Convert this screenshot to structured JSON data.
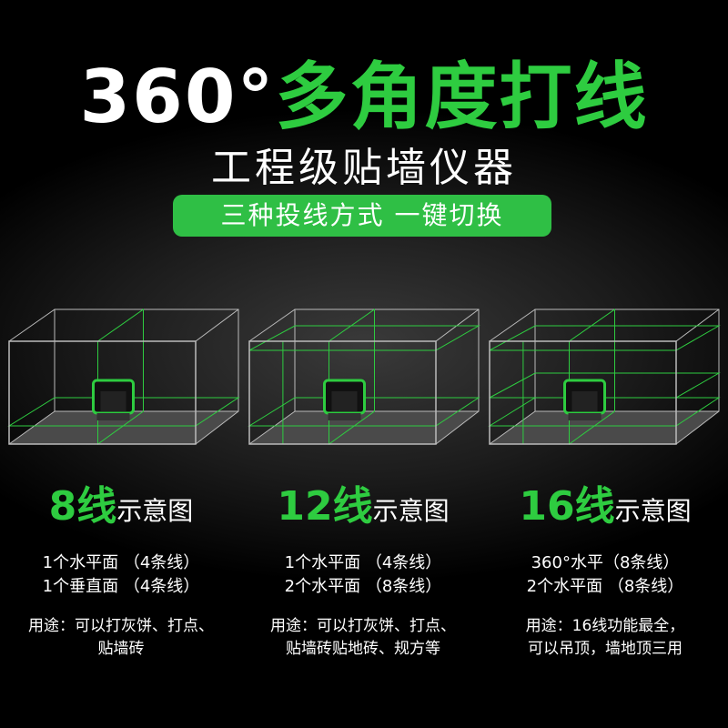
{
  "header": {
    "title_white": "360°",
    "title_green": "多角度打线",
    "subtitle": "工程级贴墙仪器",
    "pill": "三种投线方式 一键切换"
  },
  "panels": [
    {
      "number": "8线",
      "suffix": "示意图",
      "lines": [
        "1个水平面 （4条线）",
        "1个垂直面 （4条线）"
      ],
      "usage": [
        "用途：可以打灰饼、打点、",
        "贴墙砖"
      ]
    },
    {
      "number": "12线",
      "suffix": "示意图",
      "lines": [
        "1个水平面 （4条线）",
        "2个水平面 （8条线）"
      ],
      "usage": [
        "用途：可以打灰饼、打点、",
        "贴墙砖贴地砖、规方等"
      ]
    },
    {
      "number": "16线",
      "suffix": "示意图",
      "lines": [
        "360°水平（8条线）",
        "2个水平面 （8条线）"
      ],
      "usage": [
        "用途：16线功能最全，",
        "可以吊顶，墙地顶三用"
      ]
    }
  ],
  "colors": {
    "accent": "#2ecc40"
  }
}
